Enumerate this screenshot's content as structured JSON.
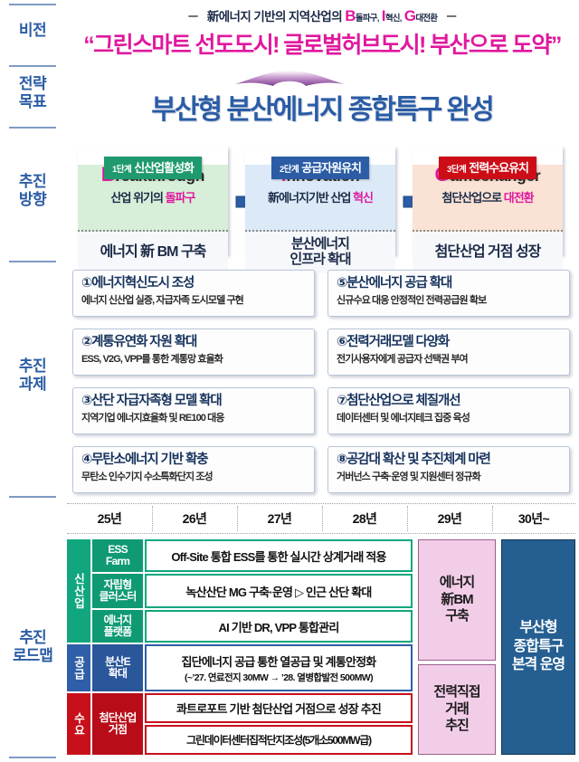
{
  "rail": {
    "items": [
      {
        "label": "비전"
      },
      {
        "label": "전략\n목표"
      },
      {
        "label": "추진\n방향"
      },
      {
        "label": "추진\n과제"
      },
      {
        "label": "추진\n로드맵"
      }
    ]
  },
  "vision": {
    "dash_left": "－",
    "dash_right": "－",
    "lead": "新에너지 기반의 지역산업의",
    "b_cap": "B",
    "b_sub": "돌파구,",
    "i_cap": "I",
    "i_sub": "혁신,",
    "g_cap": "G",
    "g_sub": "대전환",
    "headline": "“그린스마트 선도도시! 글로벌허브도시! 부산으로 도약”",
    "accent_color": "#e0189e"
  },
  "goal": {
    "title": "부산형 분산에너지 종합특구 완성",
    "color": "#2b5ca5"
  },
  "stages": [
    {
      "badge_num": "1단계",
      "badge_text": "신산업활성화",
      "badge_color": "#1f9a6e",
      "body_color": "#d7efd9",
      "eng_cap": "B",
      "eng_rest": "reakthrough",
      "kor_plain": "산업 위기의 ",
      "kor_hl": "돌파구",
      "bottom": "에너지 新 BM 구축"
    },
    {
      "badge_num": "2단계",
      "badge_text": "공급자원유치",
      "badge_color": "#2b5ca5",
      "body_color": "#dceaf8",
      "eng_cap": "I",
      "eng_rest": "nnovation",
      "kor_plain": "新에너지기반 산업 ",
      "kor_hl": "혁신",
      "bottom": "분산에너지\n인프라 확대"
    },
    {
      "badge_num": "3단계",
      "badge_text": "전력수요유치",
      "badge_color": "#cc0d17",
      "body_color": "#fae3d4",
      "eng_cap": "G",
      "eng_rest": "amechanger",
      "kor_plain": "첨단산업으로 ",
      "kor_hl": "대전환",
      "bottom": "첨단산업 거점 성장"
    }
  ],
  "arrows": {
    "color": "#2b5ca5",
    "count": 2
  },
  "tasks": [
    {
      "title": "①에너지혁신도시 조성",
      "sub": "에너지 신산업 실증, 자급자족 도시모델 구현"
    },
    {
      "title": "⑤분산에너지 공급 확대",
      "sub": "신규수요 대응 안정적인 전력공급원 확보"
    },
    {
      "title": "②계통유연화 자원 확대",
      "sub": "ESS, V2G, VPP를 통한 계통망 효율화"
    },
    {
      "title": "⑥전력거래모델 다양화",
      "sub": "전기사용자에게 공급자 선택권 부여"
    },
    {
      "title": "③산단 자급자족형 모델 확대",
      "sub": "지역기업 에너지효율화 및 RE100 대응"
    },
    {
      "title": "⑦첨단산업으로 체질개선",
      "sub": "데이터센터 및 에너지테크 집중 육성"
    },
    {
      "title": "④무탄소에너지 기반 확충",
      "sub": "무탄소 인수기지 수소특화단지 조성"
    },
    {
      "title": "⑧공감대 확산 및 추진체계 마련",
      "sub": "거버넌스 구축·운영 및 지원센터 정규화"
    }
  ],
  "roadmap": {
    "years": [
      "25년",
      "26년",
      "27년",
      "28년",
      "29년",
      "30년~"
    ],
    "categories": [
      {
        "label": "신산업",
        "color": "#11a67e"
      },
      {
        "label": "공급",
        "color": "#2f5fa8"
      },
      {
        "label": "수요",
        "color": "#c8101b"
      }
    ],
    "rows": [
      {
        "cat": "신산업",
        "sub": "ESS\nFarm",
        "sub_color": "#11a67e",
        "title": "Off-Site 통합 ESS를 통한 실시간 상계거래 적용",
        "note": ""
      },
      {
        "cat": "신산업",
        "sub": "자립형\n클러스터",
        "sub_color": "#11a67e",
        "title": "녹산산단 MG 구축·운영 ▷ 인근 산단 확대",
        "note": ""
      },
      {
        "cat": "신산업",
        "sub": "에너지\n플랫폼",
        "sub_color": "#11a67e",
        "title": "AI 기반 DR, VPP 통합관리",
        "note": ""
      },
      {
        "cat": "공급",
        "sub": "분산E\n확대",
        "sub_color": "#2f5fa8",
        "title": "집단에너지 공급 통한 열공급 및 계통안정화",
        "note": "(~’27. 연료전지 30MW → ’28. 열병합발전  500MW)"
      },
      {
        "cat": "수요",
        "sub": "첨단산업\n거점",
        "sub_color": "#c8101b",
        "title": "콰트로포트 기반 첨단산업 거점으로 성장 추진",
        "note": ""
      },
      {
        "cat": "수요",
        "sub": "첨단산업\n거점",
        "sub_color": "#c8101b",
        "title": "그린데이터센터집적단지조성(5개소500MW급)",
        "note": ""
      }
    ],
    "pink_boxes": [
      {
        "text": "에너지\n新BM\n구축"
      },
      {
        "text": "전력직접\n거래\n추진"
      }
    ],
    "blue_box": {
      "text": "부산형\n종합특구\n본격 운영",
      "color": "#255f92"
    }
  }
}
